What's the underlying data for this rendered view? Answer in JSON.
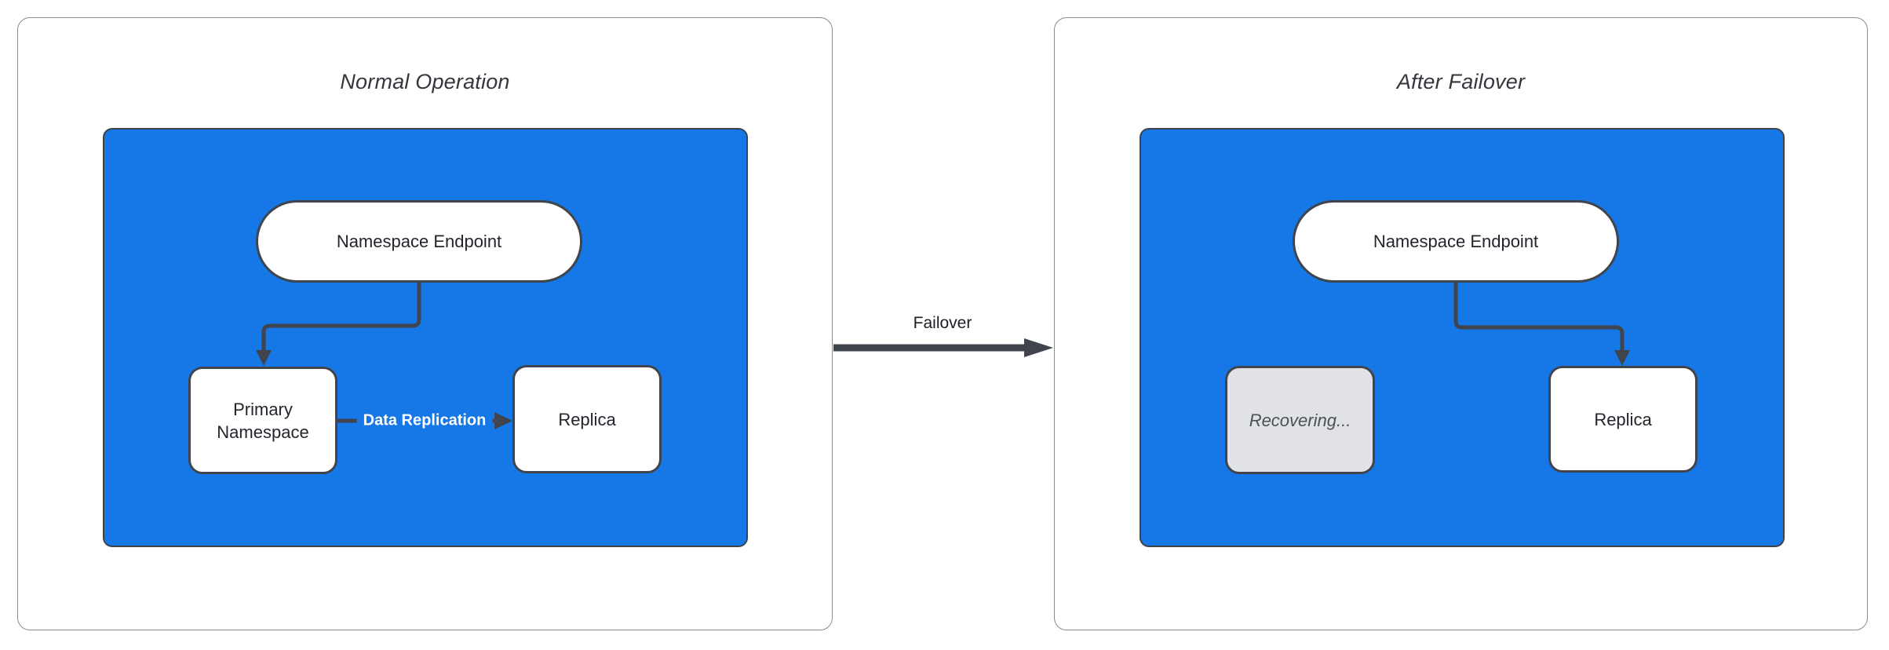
{
  "colors": {
    "blue_fill": "#1677E6",
    "panel_border": "#8B8B8B",
    "cluster_border": "#3E434B",
    "node_border": "#3F444D",
    "connector": "#3F444D",
    "node_text": "#22262C",
    "title_text": "#33363C",
    "recovering_fill": "#E1E2E5",
    "recovering_border": "#3F444D",
    "recovering_text": "#4B5059",
    "edge_label_text": "#FFFFFF",
    "failover_text": "#1B1E24"
  },
  "panels": [
    {
      "title": "Normal Operation",
      "nodes": {
        "endpoint": "Namespace Endpoint",
        "primary": "Primary Namespace",
        "replica": "Replica"
      },
      "edge_label": "Data Replication"
    },
    {
      "title": "After Failover",
      "nodes": {
        "endpoint": "Namespace Endpoint",
        "recovering": "Recovering...",
        "replica": "Replica"
      }
    }
  ],
  "failover": {
    "label": "Failover"
  }
}
